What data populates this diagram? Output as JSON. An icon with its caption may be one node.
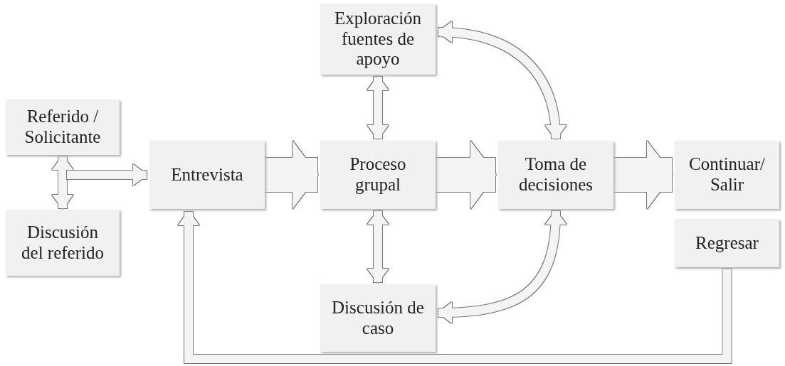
{
  "diagram": {
    "nodes": [
      {
        "text": [
          "Referido / Solicitante"
        ]
      },
      {
        "text": [
          "Discusión del referido"
        ]
      },
      {
        "text": [
          "Entrevista"
        ]
      },
      {
        "text": [
          "Proceso grupal"
        ]
      },
      {
        "text": [
          "Toma de decisiones"
        ]
      },
      {
        "text": [
          "Continuar/ Salir"
        ]
      },
      {
        "text": [
          "Regresar"
        ]
      },
      {
        "text": [
          "Exploración fuentes de apoyo"
        ]
      },
      {
        "text": [
          "Discusión de caso"
        ]
      }
    ],
    "edges": [
      {
        "from": 0,
        "to": 1,
        "arrow": "both"
      },
      {
        "from": null,
        "to": 2,
        "arrow": "to"
      },
      {
        "from": 2,
        "to": 3,
        "arrow": "to",
        "style": "thick"
      },
      {
        "from": 3,
        "to": 4,
        "arrow": "to",
        "style": "thick"
      },
      {
        "from": 4,
        "to": 5,
        "arrow": "to",
        "style": "thick"
      },
      {
        "from": 3,
        "to": 7,
        "arrow": "both"
      },
      {
        "from": 3,
        "to": 8,
        "arrow": "both"
      },
      {
        "from": 4,
        "to": 7,
        "arrow": "both"
      },
      {
        "from": 4,
        "to": 8,
        "arrow": "both"
      },
      {
        "from": 6,
        "to": 2,
        "arrow": "to"
      }
    ]
  }
}
